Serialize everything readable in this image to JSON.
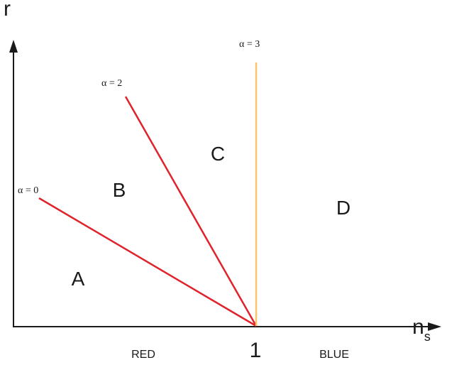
{
  "axes": {
    "y_label": "r",
    "x_label_main": "n",
    "x_label_sub": "s",
    "x_tick_label": "1"
  },
  "lines": [
    {
      "label": "α = 0",
      "color": "#e0232b"
    },
    {
      "label": "α = 2",
      "color": "#e0232b"
    },
    {
      "label": "α = 3",
      "color": "#f7c46c"
    }
  ],
  "regions": [
    "A",
    "B",
    "C",
    "D"
  ],
  "bottom_labels": {
    "left": "RED",
    "right": "BLUE"
  },
  "colors": {
    "axis": "#1a1a1a",
    "red_line": "#e0232b",
    "yellow_line": "#f7c46c"
  }
}
